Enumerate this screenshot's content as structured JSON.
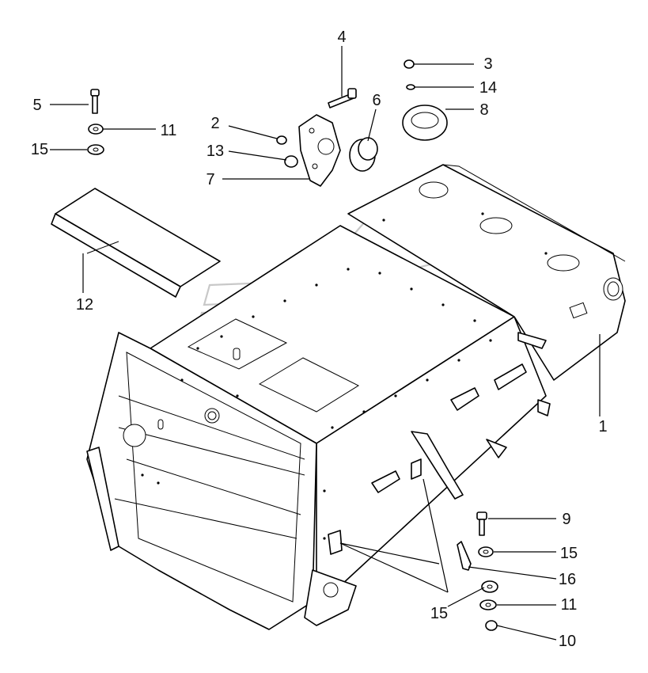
{
  "diagram": {
    "callouts": [
      {
        "id": "c1",
        "label": "1"
      },
      {
        "id": "c2",
        "label": "2"
      },
      {
        "id": "c3",
        "label": "3"
      },
      {
        "id": "c4",
        "label": "4"
      },
      {
        "id": "c5",
        "label": "5"
      },
      {
        "id": "c6",
        "label": "6"
      },
      {
        "id": "c7",
        "label": "7"
      },
      {
        "id": "c8",
        "label": "8"
      },
      {
        "id": "c9",
        "label": "9"
      },
      {
        "id": "c10",
        "label": "10"
      },
      {
        "id": "c11a",
        "label": "11"
      },
      {
        "id": "c11b",
        "label": "11"
      },
      {
        "id": "c12",
        "label": "12"
      },
      {
        "id": "c13",
        "label": "13"
      },
      {
        "id": "c14",
        "label": "14"
      },
      {
        "id": "c15a",
        "label": "15"
      },
      {
        "id": "c15b",
        "label": "15"
      },
      {
        "id": "c15c",
        "label": "15"
      },
      {
        "id": "c16",
        "label": "16"
      }
    ],
    "colors": {
      "line": "#000000",
      "watermark": "#c8c8c8",
      "background": "#ffffff"
    }
  }
}
